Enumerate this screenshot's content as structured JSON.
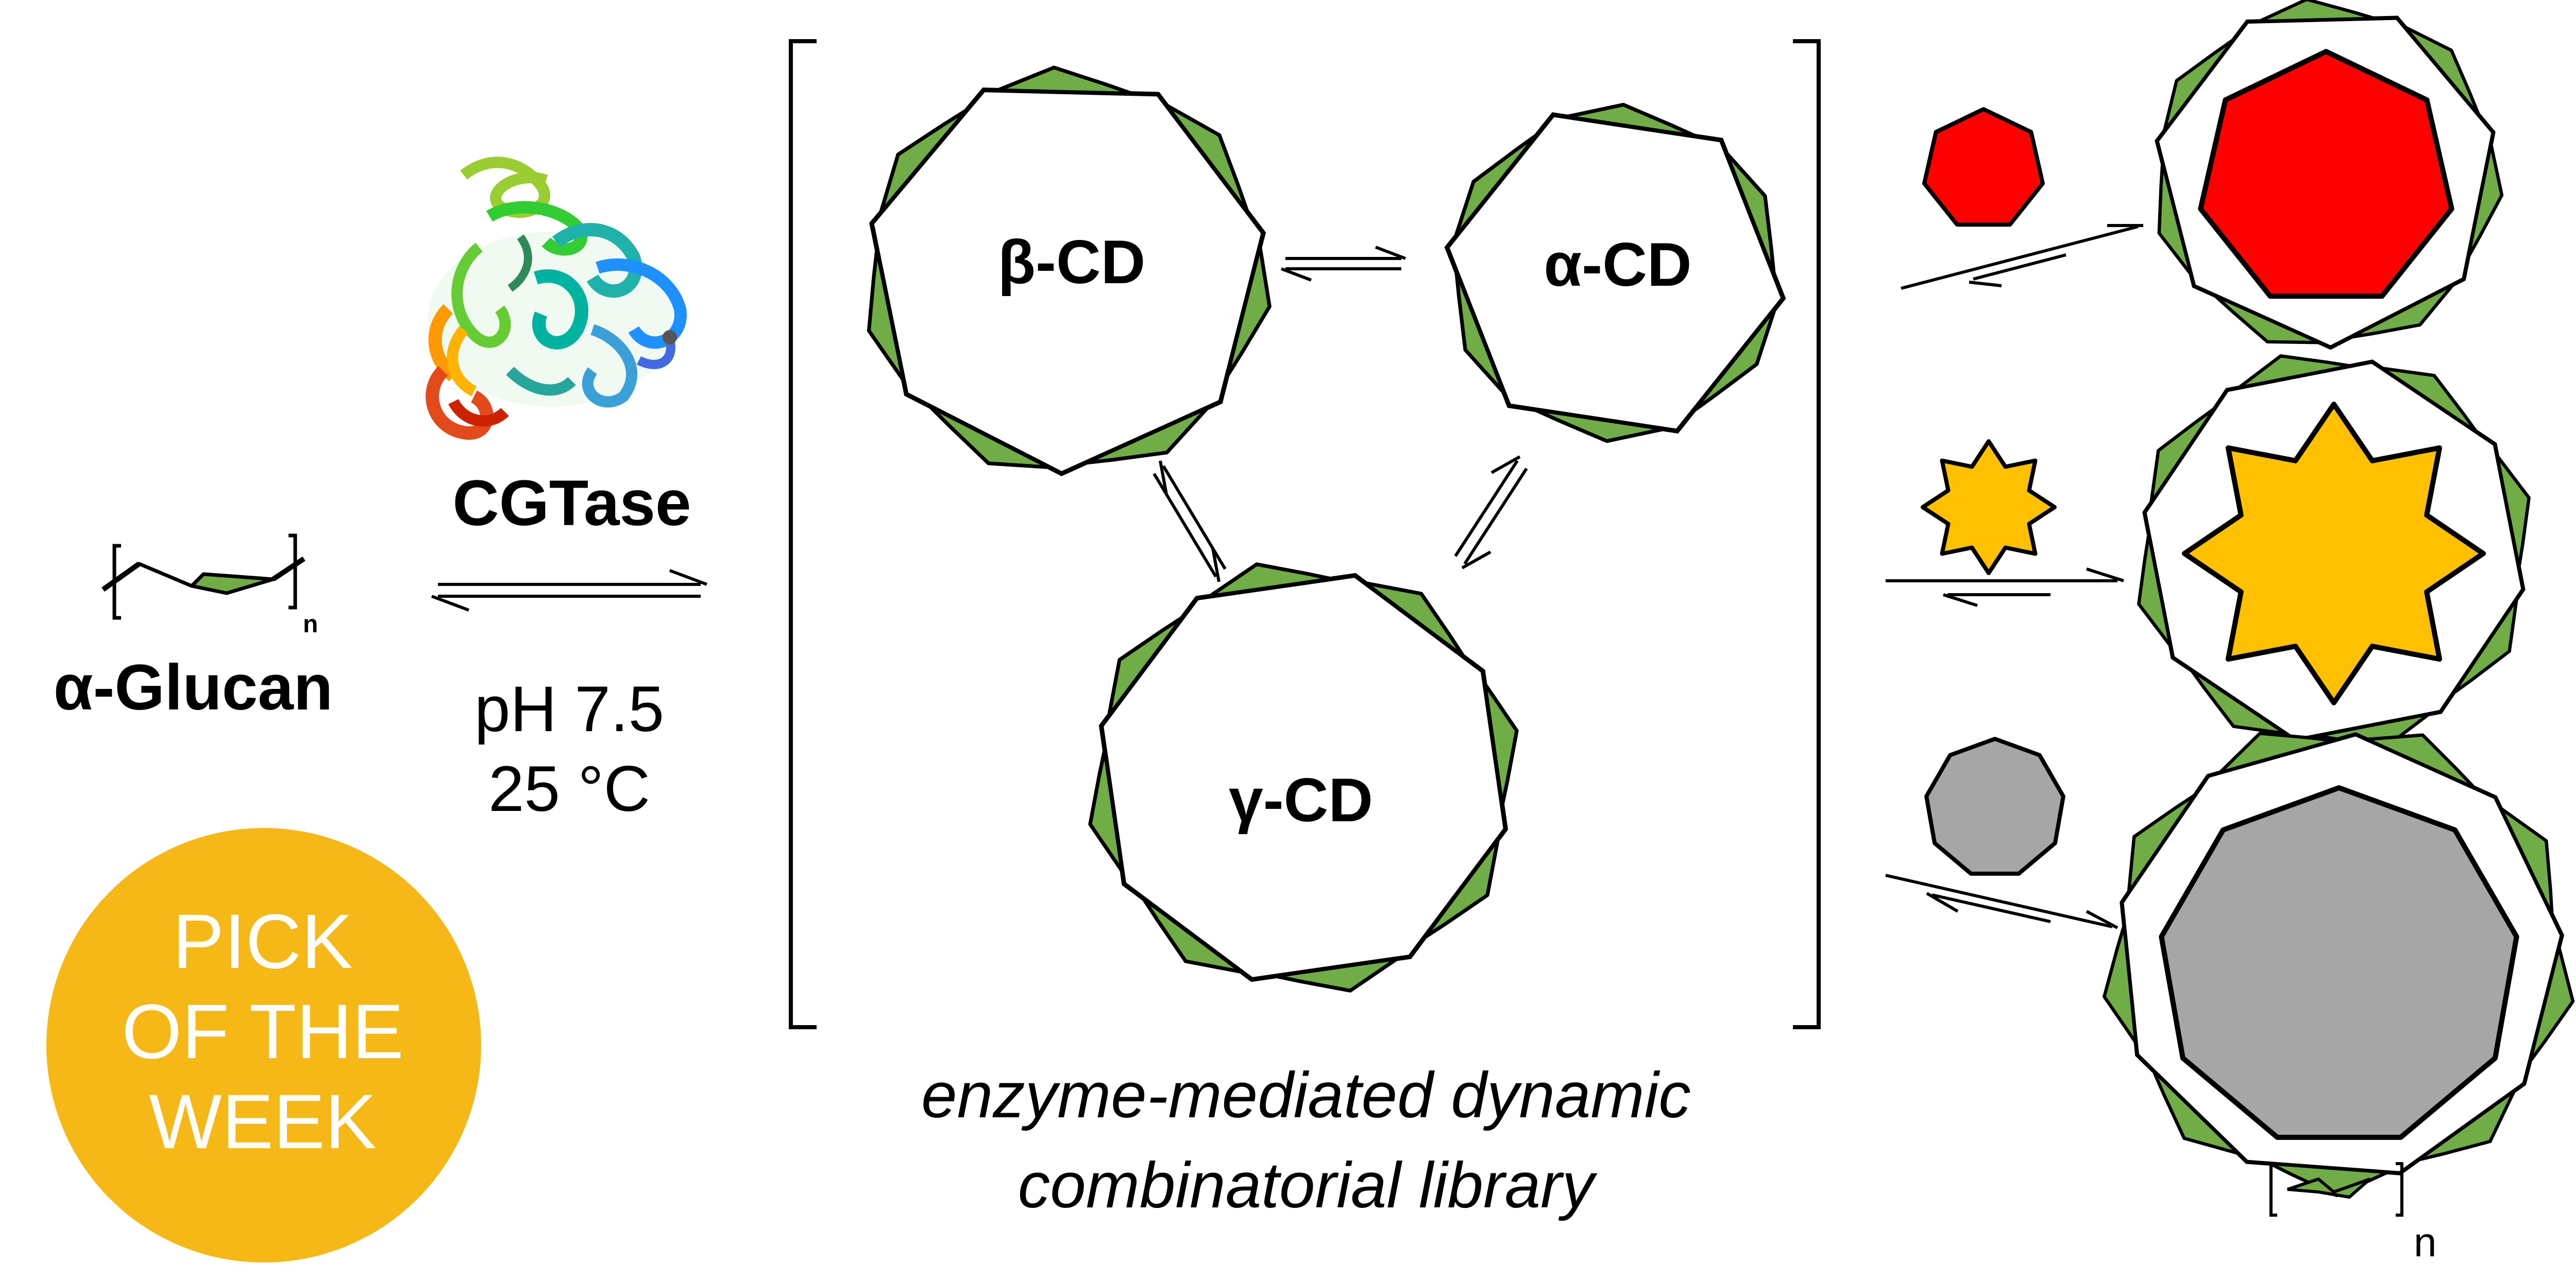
{
  "figure": {
    "reactant": {
      "label": "α-Glucan",
      "subscript": "n"
    },
    "enzyme": {
      "label": "CGTase",
      "conditions": [
        "pH 7.5",
        "25 °C"
      ],
      "structure_icon": "protein-ribbon-icon"
    },
    "library": {
      "caption_line1": "enzyme-mediated dynamic",
      "caption_line2": "combinatorial library",
      "macrocycles": [
        "β-CD",
        "α-CD",
        "γ-CD"
      ]
    },
    "guests": [
      {
        "shape": "heptagon",
        "color": "#ff0000"
      },
      {
        "shape": "eight-point-star",
        "color": "#ffc000"
      },
      {
        "shape": "nonagon",
        "color": "#a6a6a6"
      }
    ],
    "product_subscript": "n",
    "badge": {
      "lines": [
        "PICK",
        "OF THE",
        "WEEK"
      ],
      "color": "#f5b817"
    },
    "colors": {
      "glucose_unit": "#70ad47",
      "outline": "#000000"
    }
  }
}
